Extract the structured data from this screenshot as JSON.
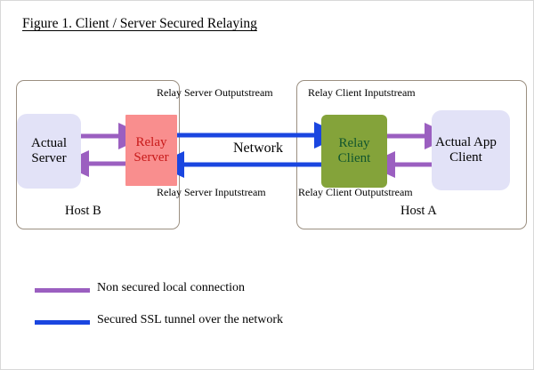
{
  "figure": {
    "title": "Figure 1. Client / Server Secured Relaying"
  },
  "colors": {
    "purple_arrow": "#9b5fc0",
    "blue_arrow": "#1a46e0",
    "relay_server_fill": "#f98e8e",
    "relay_server_text": "#c81a1a",
    "relay_client_fill": "#84a33a",
    "relay_client_text": "#11552e",
    "endpoint_fill": "#e2e2f7",
    "host_border": "#9b8f81"
  },
  "hosts": {
    "left": {
      "label": "Host B",
      "nodes": {
        "endpoint": "Actual Server",
        "relay": "Relay Server"
      },
      "stream_labels": {
        "output": "Relay Server Outputstream",
        "input": "Relay Server Inputstream"
      }
    },
    "right": {
      "label": "Host A",
      "nodes": {
        "endpoint": "Actual App Client",
        "relay": "Relay Client"
      },
      "stream_labels": {
        "input": "Relay Client Inputstream",
        "output": "Relay Client Outputstream"
      }
    }
  },
  "network": {
    "label": "Network"
  },
  "legend": {
    "items": [
      {
        "color": "#9b5fc0",
        "label": "Non secured local connection"
      },
      {
        "color": "#1a46e0",
        "label": "Secured SSL tunnel over the network"
      }
    ]
  }
}
